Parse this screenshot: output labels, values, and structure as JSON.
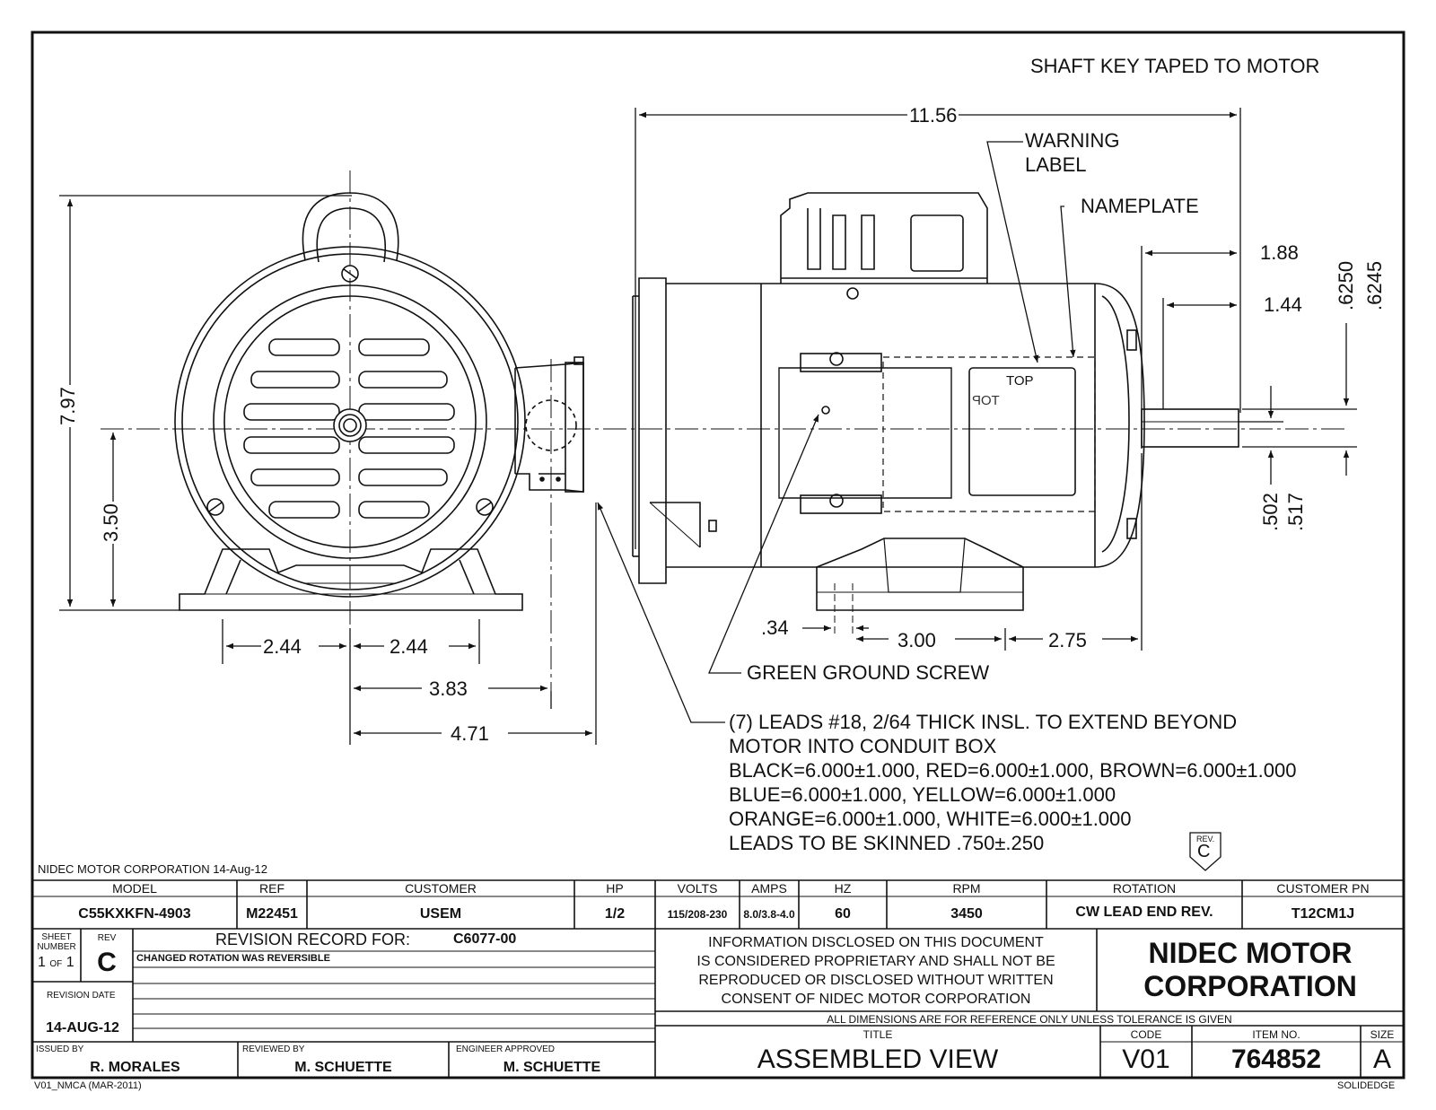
{
  "notes": {
    "shaft_key": "SHAFT KEY TAPED TO MOTOR",
    "warning_label": [
      "WARNING",
      "LABEL"
    ],
    "nameplate": "NAMEPLATE",
    "green_ground_screw": "GREEN GROUND SCREW",
    "leads": [
      "(7) LEADS #18, 2/64 THICK INSL. TO EXTEND BEYOND",
      "MOTOR INTO CONDUIT BOX",
      "BLACK=6.000±1.000, RED=6.000±1.000, BROWN=6.000±1.000",
      "BLUE=6.000±1.000, YELLOW=6.000±1.000",
      "ORANGE=6.000±1.000, WHITE=6.000±1.000",
      "LEADS TO BE SKINNED .750±.250"
    ],
    "rev_flag_label": "REV.",
    "rev_flag_value": "C",
    "label_top": "TOP",
    "label_top_mirrored": "TOP"
  },
  "dimensions": {
    "overall_length": "11.56",
    "height": "7.97",
    "shaft_height": "3.50",
    "shaft_length": "1.88",
    "key_length": "1.44",
    "shaft_dia": [
      ".6250",
      ".6245"
    ],
    "key_depth": [
      ".502",
      ".517"
    ],
    "foot_slot": ".34",
    "foot_spacing": "3.00",
    "foot_to_shoulder": "2.75",
    "half_foot_left": "2.44",
    "half_foot_right": "2.44",
    "box_center": "3.83",
    "box_edge": "4.71"
  },
  "company_line": "NIDEC MOTOR CORPORATION 14-Aug-12",
  "table": {
    "headers": [
      "MODEL",
      "REF",
      "CUSTOMER",
      "HP",
      "VOLTS",
      "AMPS",
      "HZ",
      "RPM",
      "ROTATION",
      "CUSTOMER PN"
    ],
    "values": [
      "C55KXKFN-4903",
      "M22451",
      "USEM",
      "1/2",
      "115/208-230",
      "8.0/3.8-4.0",
      "60",
      "3450",
      "CW LEAD END REV.",
      "T12CM1J"
    ]
  },
  "sheet": {
    "sheet_number_label": [
      "SHEET",
      "NUMBER"
    ],
    "sheet_of": [
      "1",
      "OF",
      "1"
    ],
    "rev_label": "REV",
    "rev_value": "C",
    "revision_date_label": "REVISION DATE",
    "revision_date": "14-AUG-12",
    "revision_record_label": "REVISION RECORD FOR:",
    "revision_record_id": "C6077-00",
    "revision_note": "CHANGED ROTATION WAS REVERSIBLE"
  },
  "proprietary": [
    "INFORMATION DISCLOSED ON THIS DOCUMENT",
    "IS CONSIDERED PROPRIETARY AND SHALL NOT BE",
    "REPRODUCED OR DISCLOSED WITHOUT WRITTEN",
    "CONSENT OF NIDEC MOTOR CORPORATION"
  ],
  "company_name": [
    "NIDEC MOTOR",
    "CORPORATION"
  ],
  "all_dims_note": "ALL DIMENSIONS ARE FOR REFERENCE ONLY UNLESS TOLERANCE IS GIVEN",
  "title_block": {
    "title_label": "TITLE",
    "title": "ASSEMBLED VIEW",
    "code_label": "CODE",
    "code": "V01",
    "item_no_label": "ITEM NO.",
    "item_no": "764852",
    "size_label": "SIZE",
    "size": "A"
  },
  "signatures": {
    "issued_by_label": "ISSUED BY",
    "issued_by": "R. MORALES",
    "reviewed_by_label": "REVIEWED BY",
    "reviewed_by": "M. SCHUETTE",
    "engineer_label": "ENGINEER APPROVED",
    "engineer": "M. SCHUETTE"
  },
  "footer": {
    "form_id": "V01_NMCA (MAR-2011)",
    "software": "SOLIDEDGE"
  }
}
